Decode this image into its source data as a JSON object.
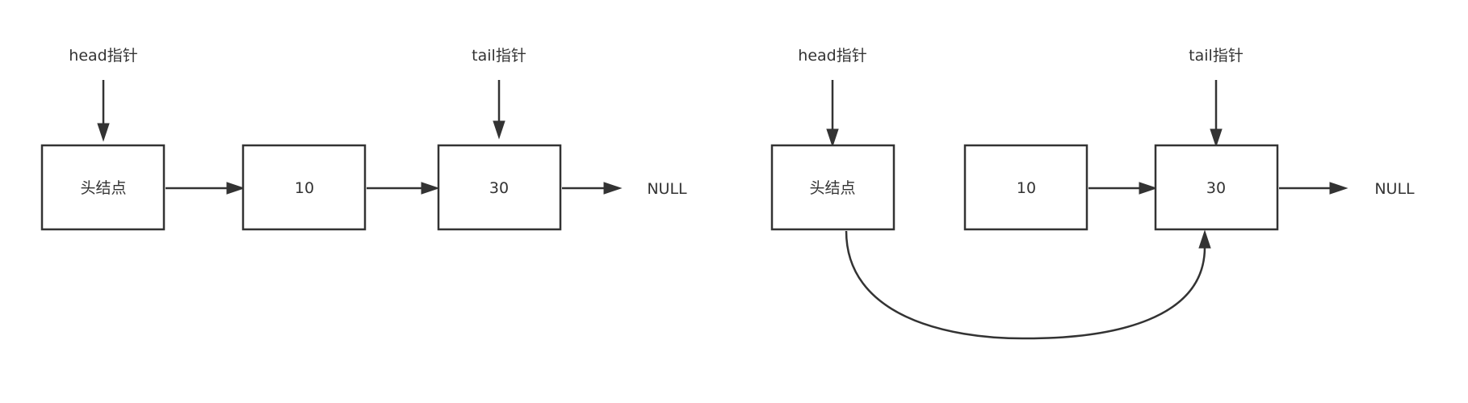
{
  "diagrams": [
    {
      "pointers": {
        "head": "head指针",
        "tail": "tail指针"
      },
      "nodes": [
        "头结点",
        "10",
        "30"
      ],
      "null_label": "NULL"
    },
    {
      "pointers": {
        "head": "head指针",
        "tail": "tail指针"
      },
      "nodes": [
        "头结点",
        "10",
        "30"
      ],
      "null_label": "NULL"
    }
  ],
  "colors": {
    "stroke": "#333333",
    "background": "#ffffff"
  }
}
